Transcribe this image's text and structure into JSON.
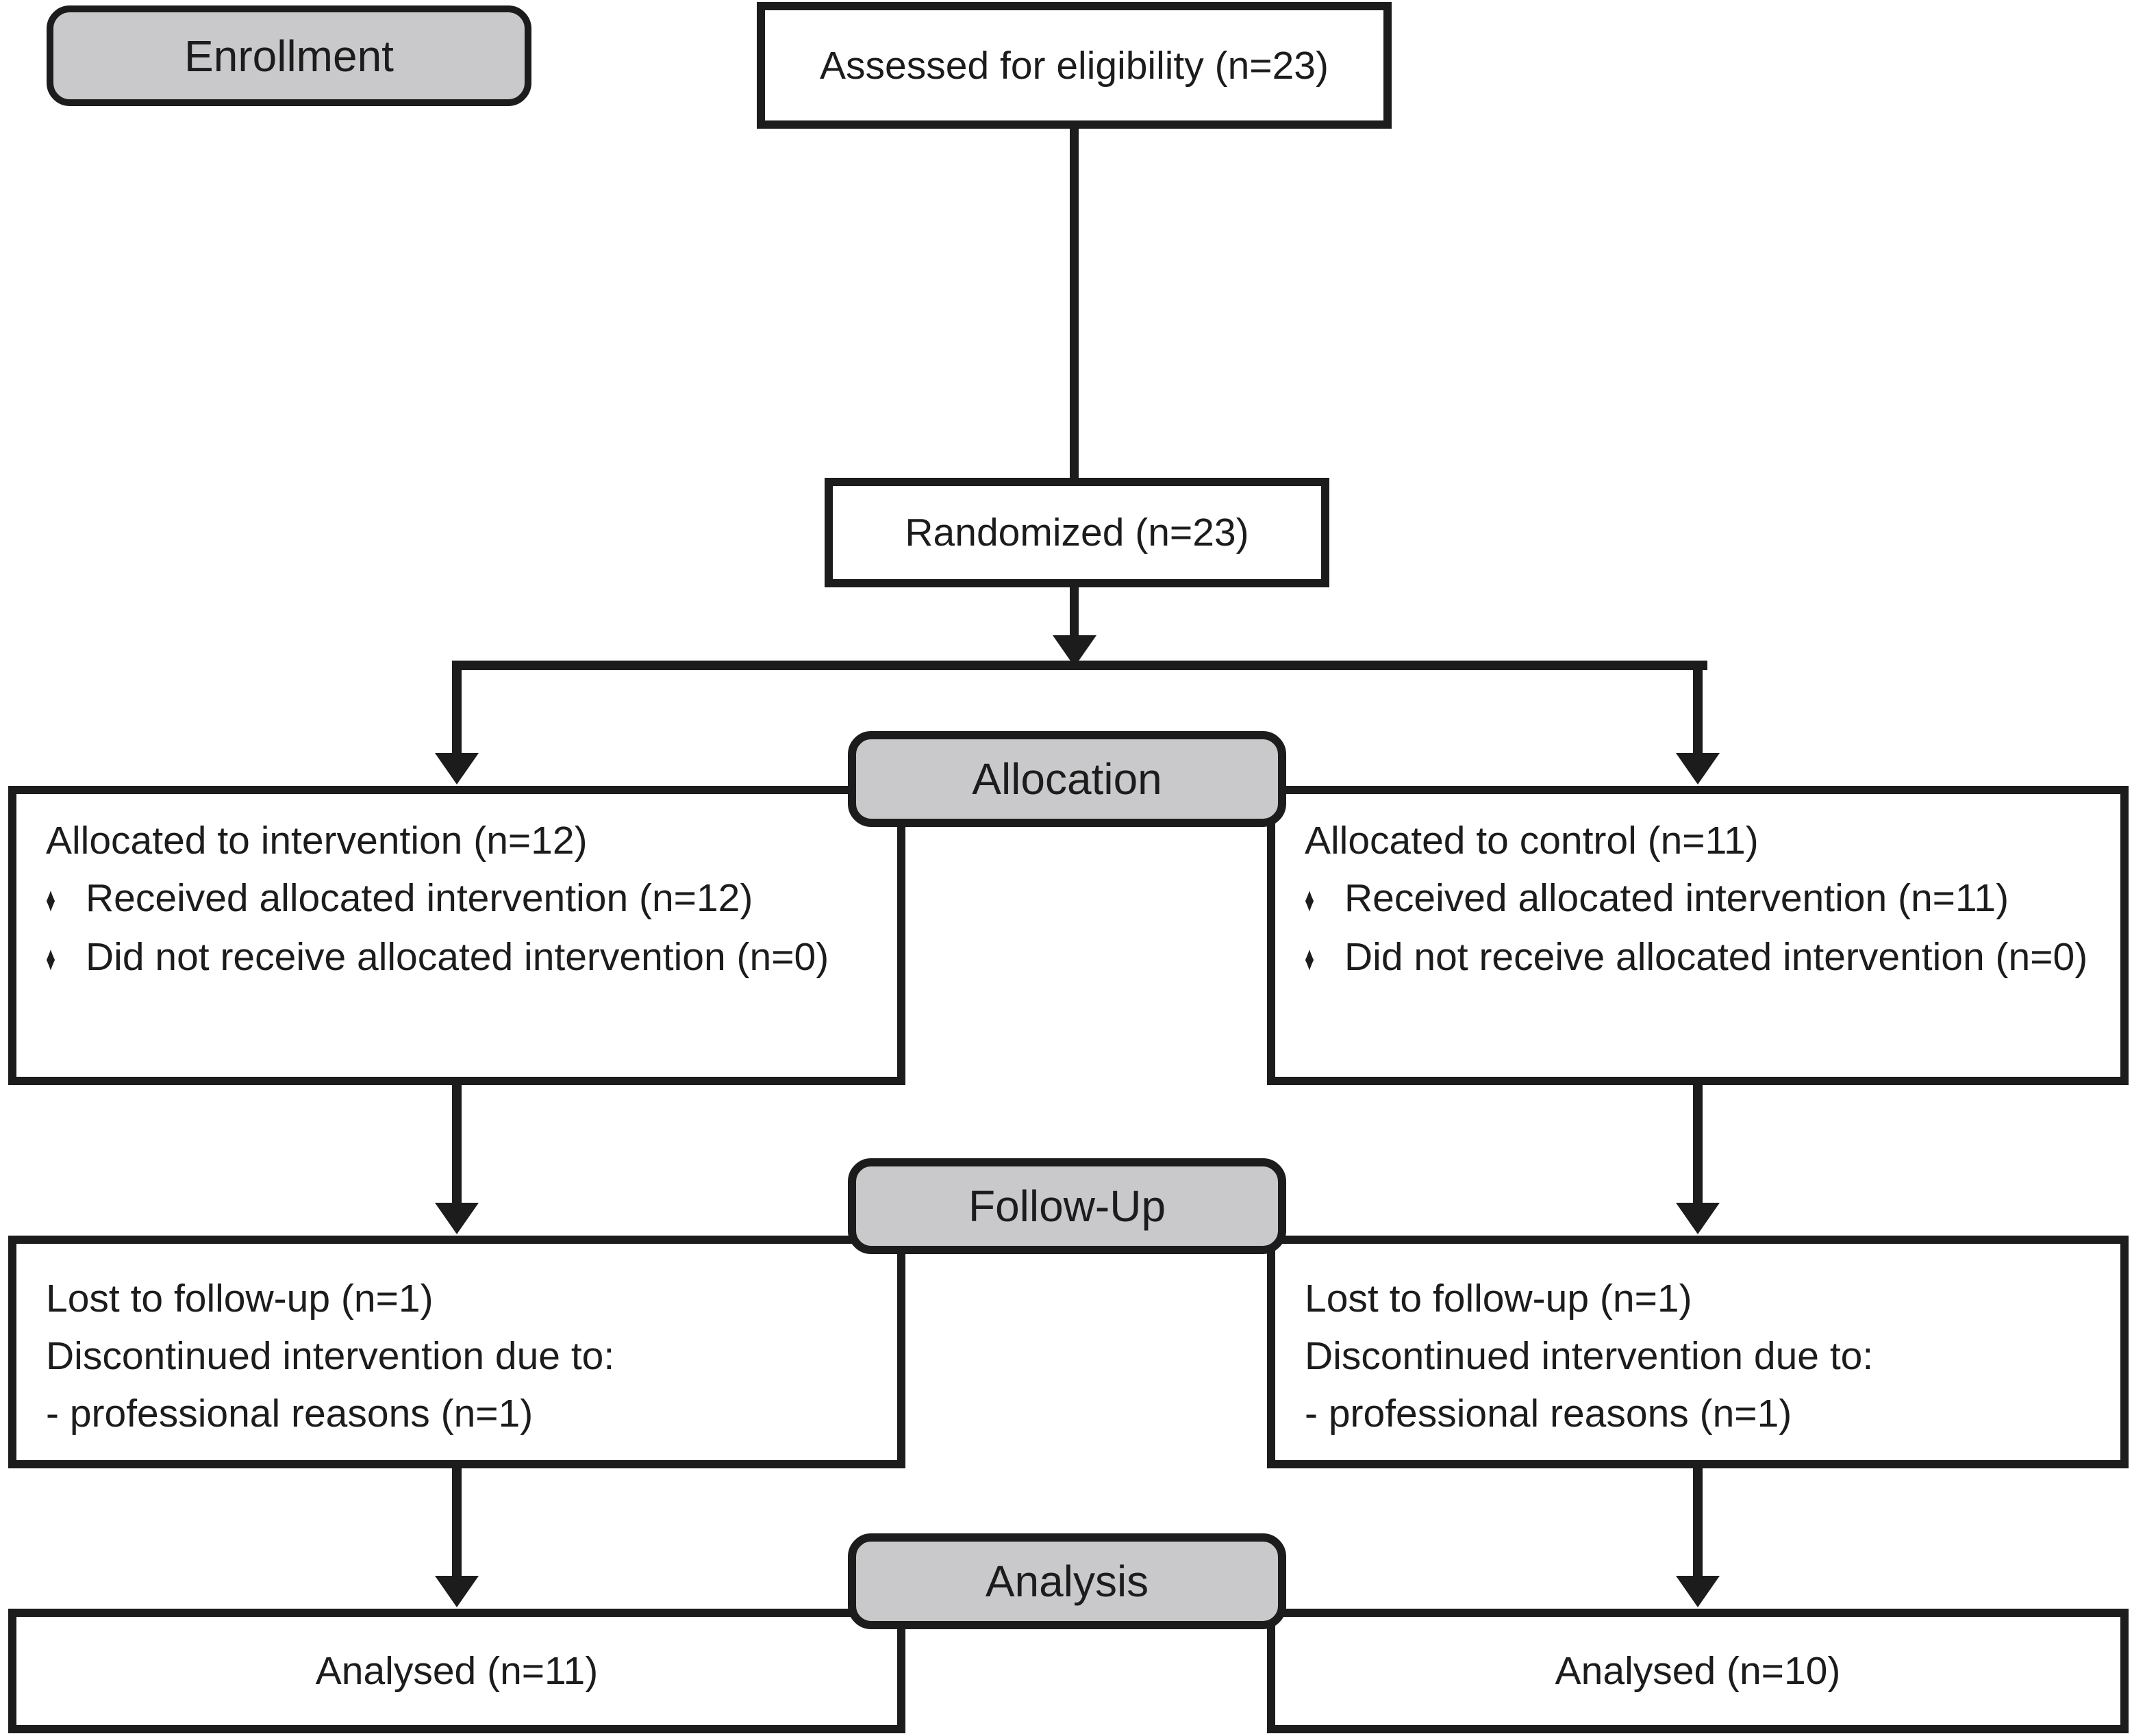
{
  "flow": {
    "stages": {
      "enrollment": "Enrollment",
      "allocation": "Allocation",
      "follow_up": "Follow-Up",
      "analysis": "Analysis"
    },
    "enrollment": {
      "assessed": "Assessed for eligibility (n=23)",
      "randomized": "Randomized (n=23)"
    },
    "allocation": {
      "intervention": {
        "title": "Allocated to intervention (n=12)",
        "bullets": [
          "Received allocated intervention (n=12)",
          "Did not receive allocated intervention (n=0)"
        ]
      },
      "control": {
        "title": "Allocated to control (n=11)",
        "bullets": [
          "Received allocated intervention (n=11)",
          "Did not receive allocated intervention (n=0)"
        ]
      }
    },
    "follow_up": {
      "intervention": {
        "lines": [
          "Lost to follow-up (n=1)",
          "Discontinued intervention due to:",
          "- professional reasons (n=1)"
        ]
      },
      "control": {
        "lines": [
          "Lost to follow-up (n=1)",
          "Discontinued intervention due to:",
          "- professional reasons (n=1)"
        ]
      }
    },
    "analysis": {
      "intervention": "Analysed (n=11)",
      "control": "Analysed (n=10)"
    },
    "bullet_glyph": "♦",
    "colors": {
      "ink": "#1c1c1c",
      "stage_fill": "#c9c9cb",
      "box_fill": "#ffffff"
    }
  }
}
